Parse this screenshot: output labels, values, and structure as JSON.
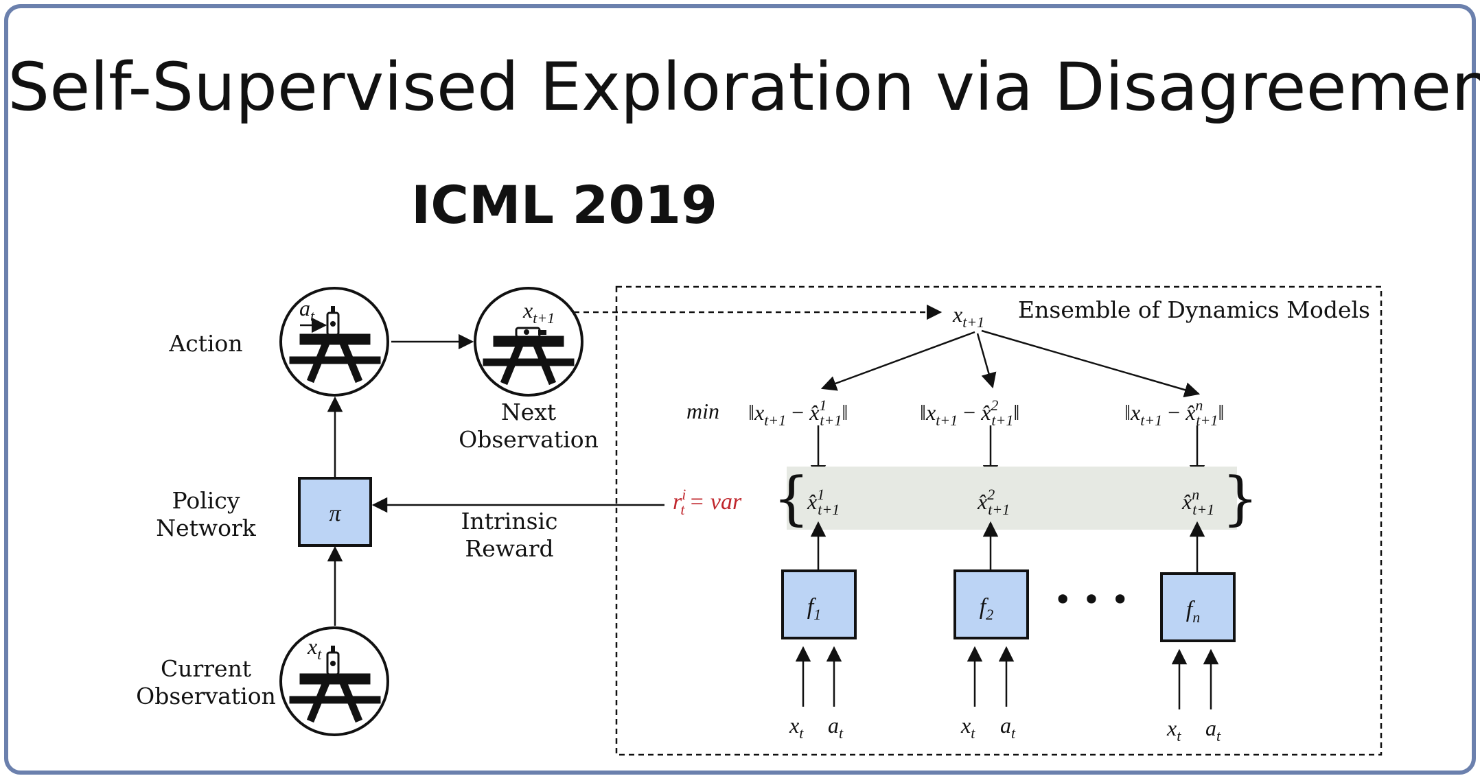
{
  "title": "Self-Supervised Exploration via Disagreement",
  "venue": "ICML 2019",
  "labels": {
    "action": "Action",
    "policy_line1": "Policy",
    "policy_line2": "Network",
    "current_line1": "Current",
    "current_line2": "Observation",
    "next_line1": "Next",
    "next_line2": "Observation",
    "intrinsic_line1": "Intrinsic",
    "intrinsic_line2": "Reward",
    "ensemble": "Ensemble of Dynamics Models"
  },
  "math": {
    "a": "a",
    "x": "x",
    "t": "t",
    "t1": "t+1",
    "pi": "π",
    "f": "f",
    "min": "min",
    "r": "r",
    "i": "i",
    "var": "= var",
    "xhat": "x̂",
    "models": [
      {
        "sup": "1",
        "sub": "1"
      },
      {
        "sup": "2",
        "sub": "2"
      },
      {
        "sup": "n",
        "sub": "n"
      }
    ],
    "ellipsis": "• • •"
  },
  "colors": {
    "border": "#6b80ad",
    "box_fill": "#bcd4f5",
    "band_fill": "#e6e9e3",
    "reward_red": "#c0272d"
  }
}
